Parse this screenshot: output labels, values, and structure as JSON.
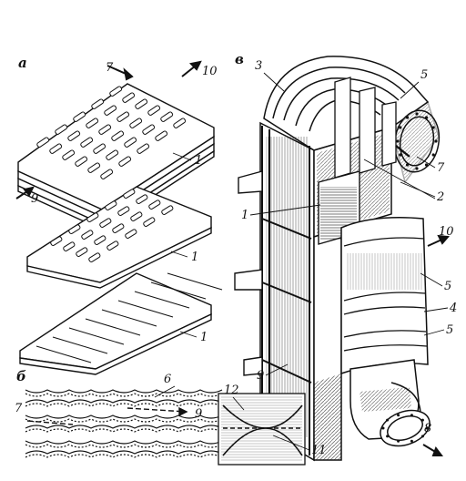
{
  "panels": {
    "a": "а",
    "b": "б",
    "c": "в"
  },
  "labels": {
    "l7_a": "7",
    "l10_a": "10",
    "l9_a": "9",
    "l1_a1": "1",
    "l1_a2": "1",
    "l1_a3": "1",
    "l6_b": "6",
    "l7_b": "7",
    "l9_b": "9",
    "l3_c": "3",
    "l5_c1": "5",
    "l7_c": "7",
    "l2_c": "2",
    "l1_c": "1",
    "l10_c": "10",
    "l5_c2": "5",
    "l4_c": "4",
    "l5_c3": "5",
    "l9_c": "9",
    "l8_c": "8",
    "l12": "12",
    "l11": "11"
  },
  "colors": {
    "ink": "#111111",
    "paper": "#ffffff"
  }
}
